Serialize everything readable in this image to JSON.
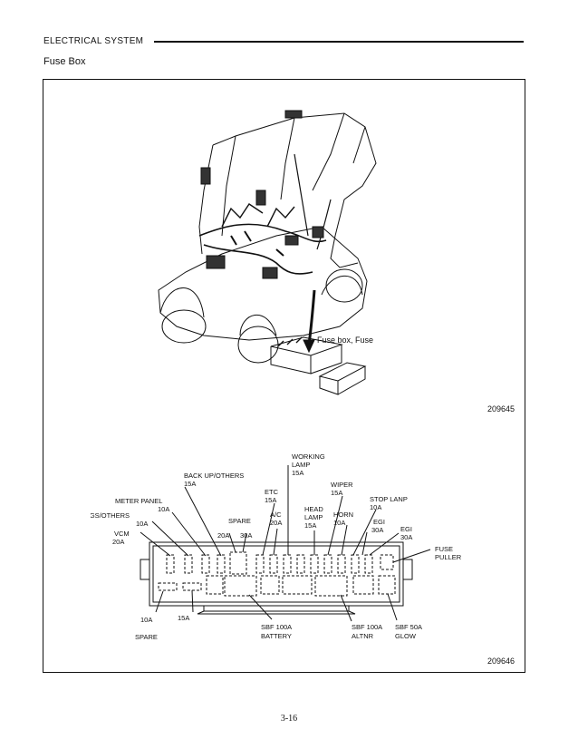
{
  "header": {
    "section": "ELECTRICAL  SYSTEM",
    "title": "Fuse Box"
  },
  "figure1": {
    "callout": "Fuse box, Fuse",
    "ref": "209645"
  },
  "figure2": {
    "ref": "209646",
    "labels": {
      "working_lamp": [
        "WORKING",
        "LAMP",
        "15A"
      ],
      "backup_others": [
        "BACK UP/OTHERS",
        "15A"
      ],
      "wiper": [
        "WIPER",
        "15A"
      ],
      "etc": [
        "ETC",
        "15A"
      ],
      "stop_lamp": [
        "STOP LANP",
        "10A"
      ],
      "meter_panel": [
        "METER PANEL",
        "10A"
      ],
      "head_lamp": [
        "HEAD",
        "LAMP",
        "15A"
      ],
      "horn": [
        "HORN",
        "10A"
      ],
      "ac": [
        "A/C",
        "20A"
      ],
      "spare_top": [
        "SPARE"
      ],
      "qgs_others": [
        "QGS/OTHERS",
        "10A"
      ],
      "egi_left": [
        "EGI",
        "30A"
      ],
      "egi_right": [
        "EGI",
        "30A"
      ],
      "vcm": [
        "VCM",
        "20A"
      ],
      "amp20": [
        "20A"
      ],
      "amp30": [
        "30A"
      ],
      "fuse_puller": [
        "FUSE",
        "PULLER"
      ],
      "spare_10a": [
        "10A"
      ],
      "spare_15a": [
        "15A"
      ],
      "spare_bottom": [
        "SPARE"
      ],
      "sbf_battery": [
        "SBF 100A",
        "BATTERY"
      ],
      "sbf_altnr": [
        "SBF 100A",
        "ALTNR"
      ],
      "sbf_glow": [
        "SBF 50A",
        "GLOW"
      ]
    }
  },
  "page_number": "3-16"
}
